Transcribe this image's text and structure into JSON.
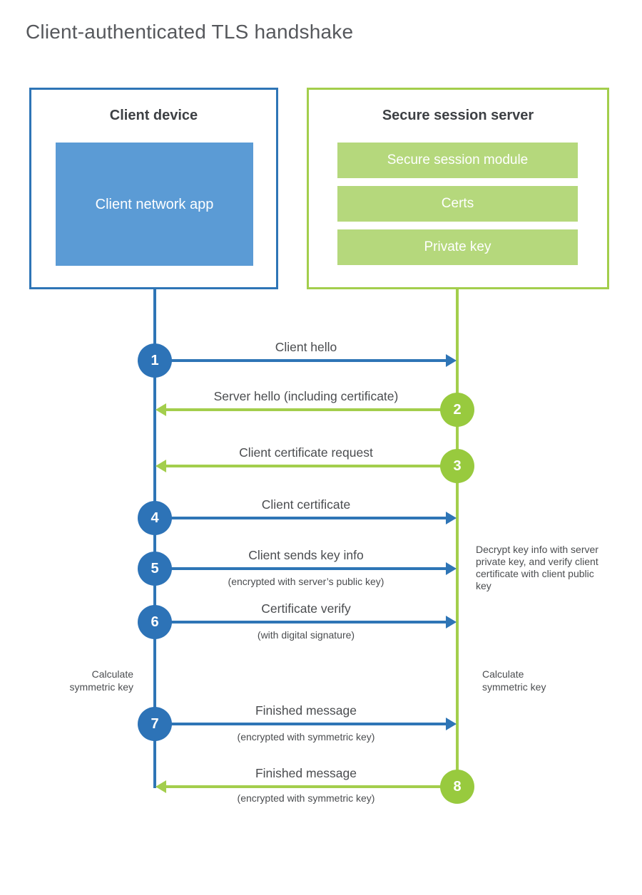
{
  "title": "Client-authenticated TLS handshake",
  "colors": {
    "blue_line": "#2e75b6",
    "blue_circle": "#2d73b7",
    "blue_fill": "#5b9bd5",
    "green_line": "#a3ce4c",
    "green_circle": "#98ca3e",
    "green_fill": "#b5d87c",
    "text_dark": "#3d4044",
    "text_gray": "#4a4c4f"
  },
  "client": {
    "heading": "Client device",
    "app_label": "Client network app"
  },
  "server": {
    "heading": "Secure session server",
    "modules": [
      "Secure session module",
      "Certs",
      "Private key"
    ]
  },
  "messages": [
    {
      "num": "1",
      "from": "client",
      "to": "server",
      "label": "Client hello"
    },
    {
      "num": "2",
      "from": "server",
      "to": "client",
      "label": "Server hello (including certificate)"
    },
    {
      "num": "3",
      "from": "server",
      "to": "client",
      "label": "Client certificate request"
    },
    {
      "num": "4",
      "from": "client",
      "to": "server",
      "label": "Client certificate"
    },
    {
      "num": "5",
      "from": "client",
      "to": "server",
      "label": "Client sends key info",
      "sublabel": "(encrypted with server’s public key)"
    },
    {
      "num": "6",
      "from": "client",
      "to": "server",
      "label": "Certificate verify",
      "sublabel": "(with digital signature)"
    },
    {
      "num": "7",
      "from": "client",
      "to": "server",
      "label": "Finished message",
      "sublabel": "(encrypted with symmetric key)"
    },
    {
      "num": "8",
      "from": "server",
      "to": "client",
      "label": "Finished message",
      "sublabel": "(encrypted with symmetric key)"
    }
  ],
  "notes": {
    "decrypt_note": "Decrypt key info with server private key, and verify client certificate with client public key",
    "calc_left": "Calculate symmetric key",
    "calc_right": "Calculate symmetric key"
  }
}
